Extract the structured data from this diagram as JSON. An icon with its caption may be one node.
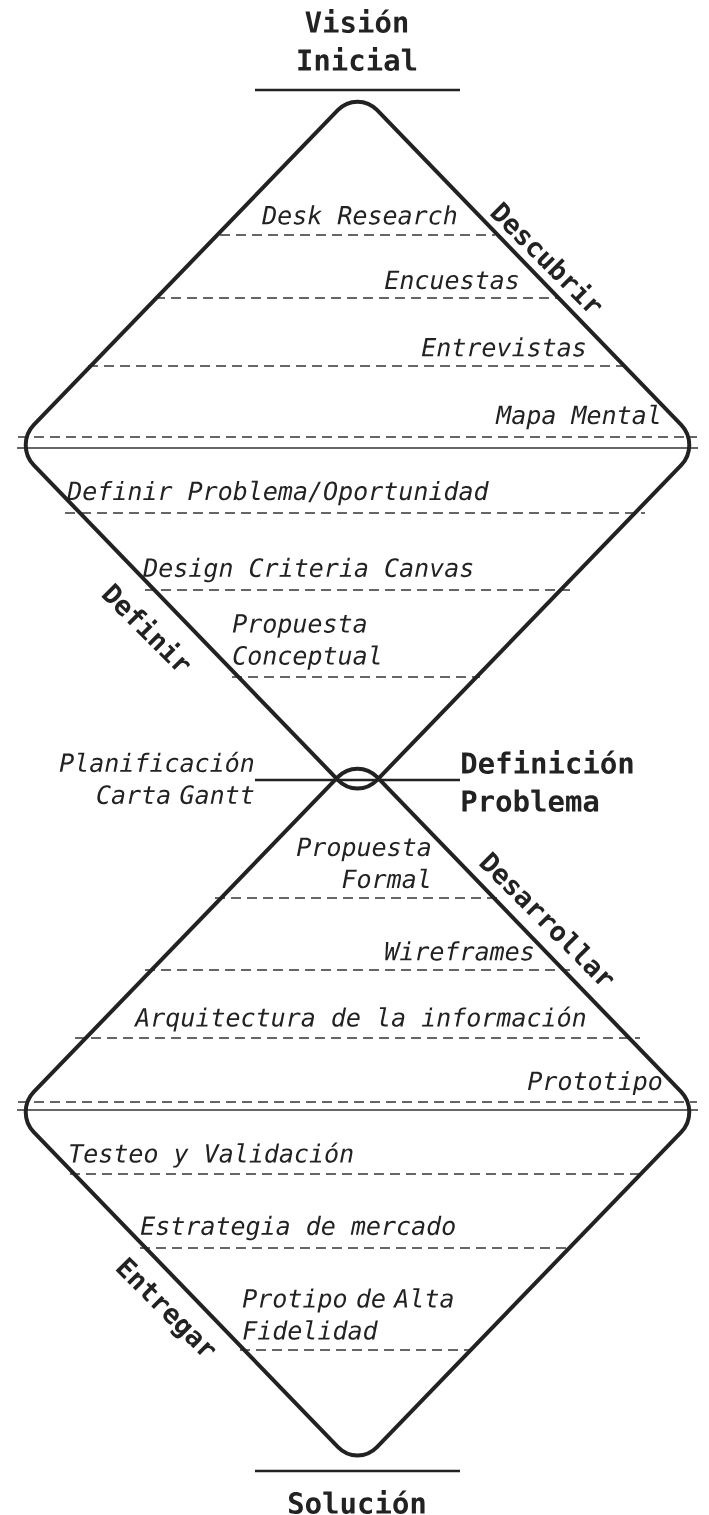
{
  "diagram": {
    "nodes": [
      {
        "text": [
          "Descubrir",
          "Desk Research",
          "Encuestas",
          "Entrevistas",
          "Mapa Mental",
          "Definir Problema/Oportunidad",
          "Design Criteria Canvas",
          "Propuesta Conceptual",
          "Definir"
        ]
      },
      {
        "text": [
          "Desarrollar",
          "Propuesta Formal",
          "Wireframes",
          "Arquitectura de la información",
          "Prototipo",
          "Testeo y Validación",
          "Estrategia de mercado",
          "Protipo de Alta Fidelidad",
          "Entregar"
        ]
      }
    ],
    "labels": [
      "Visión Inicial",
      "Planificación Carta Gantt",
      "Definición Problema",
      "Solución"
    ]
  }
}
